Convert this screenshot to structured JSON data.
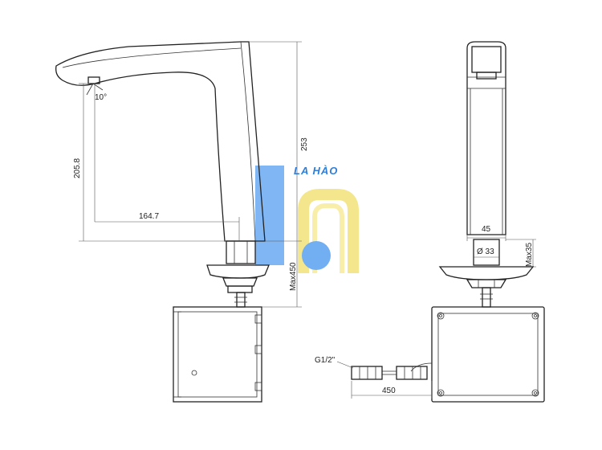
{
  "watermark": {
    "text": "LA HÀO",
    "colors": {
      "blue": "#5aa0f0",
      "yellow": "#f3e27a",
      "text": "#2f7fd8"
    }
  },
  "side_view": {
    "dims": {
      "angle": "10°",
      "height_outlet": "205.8",
      "reach": "164.7",
      "height_total": "253",
      "max_deck": "Max450"
    }
  },
  "front_view": {
    "dims": {
      "width": "45",
      "diameter": "Ø 33",
      "max_thickness": "Max35",
      "thread": "G1/2\"",
      "hose_length": "450"
    }
  }
}
